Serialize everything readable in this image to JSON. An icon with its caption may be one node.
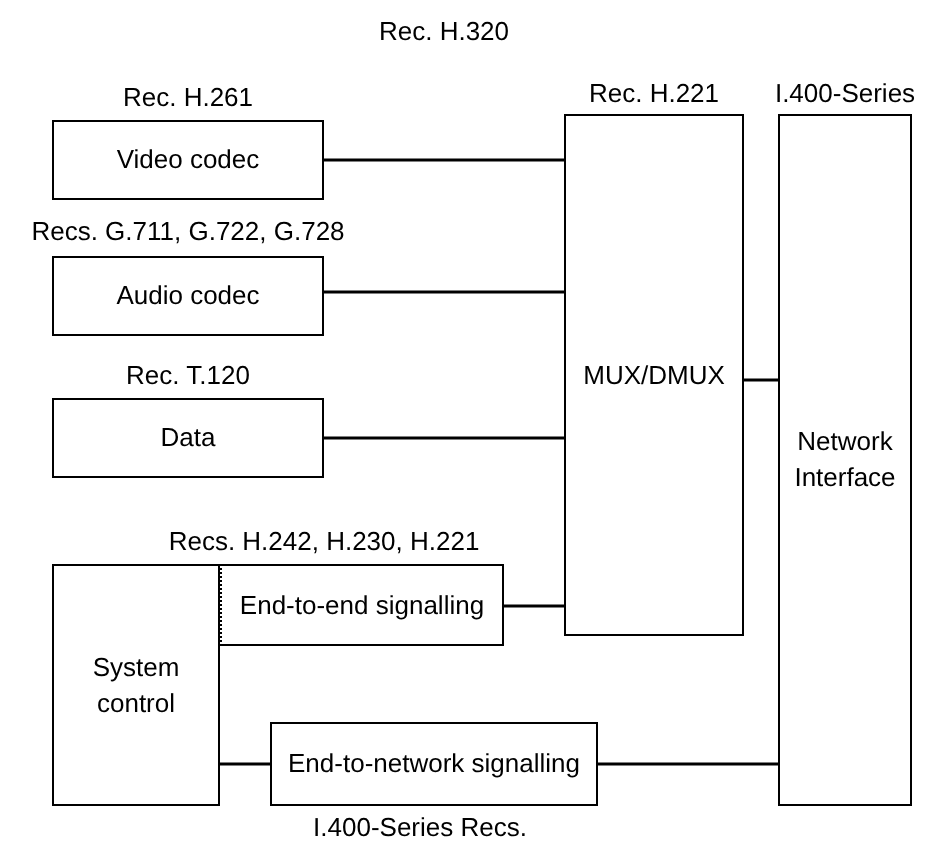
{
  "diagram": {
    "title": "Rec.  H.320",
    "nodes": [
      {
        "text": [
          "Rec. H.261",
          "Video codec"
        ]
      },
      {
        "text": [
          "Recs. G.711, G.722, G.728",
          "Audio codec"
        ]
      },
      {
        "text": [
          "Rec. T.120",
          "Data"
        ]
      },
      {
        "text": [
          "Rec. H.221",
          "MUX/DMUX"
        ]
      },
      {
        "text": [
          "I.400-Series",
          "Network Interface"
        ]
      },
      {
        "text": [
          "System control"
        ]
      },
      {
        "text": [
          "End-to-end signalling"
        ]
      },
      {
        "text": [
          "End-to-network signalling"
        ]
      }
    ],
    "edges": [
      {
        "from": 0,
        "to": 3,
        "arrow": "none"
      },
      {
        "from": 1,
        "to": 3,
        "arrow": "none"
      },
      {
        "from": 2,
        "to": 3,
        "arrow": "none"
      },
      {
        "from": 3,
        "to": 4,
        "arrow": "none"
      },
      {
        "from": 6,
        "to": 3,
        "arrow": "none"
      },
      {
        "from": 5,
        "to": 7,
        "arrow": "none"
      },
      {
        "from": 7,
        "to": 4,
        "arrow": "none"
      }
    ],
    "labels": [
      "Recs. H.242, H.230, H.221",
      "I.400-Series Recs."
    ]
  }
}
